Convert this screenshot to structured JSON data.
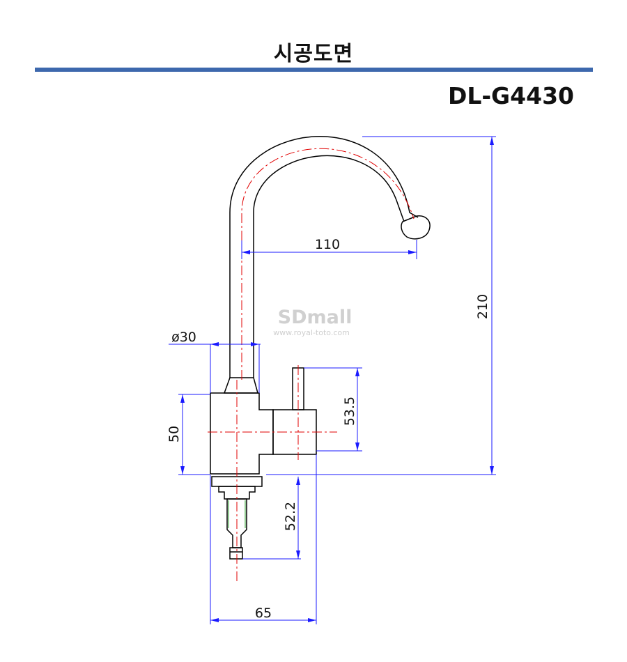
{
  "header": {
    "title": "시공도면",
    "model": "DL-G4430"
  },
  "watermark": {
    "brand": "SDmall",
    "url": "www.royal-toto.com"
  },
  "dimensions": {
    "spout_reach": "110",
    "total_height": "210",
    "tube_diameter": "ø30",
    "body_height": "50",
    "lever_height": "53.5",
    "shank_length": "52.2",
    "body_width": "65"
  },
  "colors": {
    "accent_rule": "#3d68ad",
    "outline": "#000000",
    "dimension": "#1a1aff",
    "centerline": "#e00000",
    "thread": "#2a9a2a"
  }
}
